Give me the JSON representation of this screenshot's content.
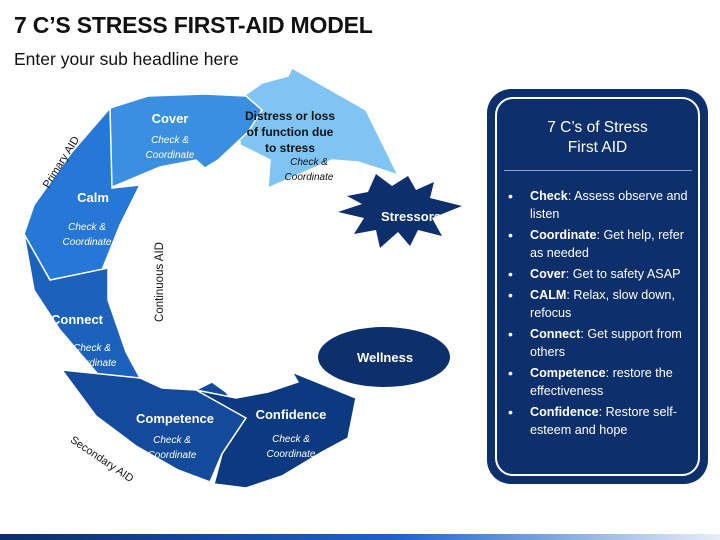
{
  "header": {
    "title": "7 C’S STRESS FIRST-AID MODEL",
    "subtitle": "Enter your sub headline here"
  },
  "cycle": {
    "sub_text_line1": "Check &",
    "sub_text_line2": "Coordinate",
    "segments": [
      {
        "name": "Cover",
        "color": "#3a8fe0"
      },
      {
        "name": "Calm",
        "color": "#2677d6"
      },
      {
        "name": "Connect",
        "color": "#1c62bd"
      },
      {
        "name": "Competence",
        "color": "#134a9c"
      },
      {
        "name": "Confidence",
        "color": "#0b3a80"
      }
    ],
    "distress": {
      "line1": "Distress or loss",
      "line2": "of function due",
      "line3": "to stress",
      "color": "#7fc4f2"
    },
    "stressors": "Stressors",
    "wellness": "Wellness",
    "primary_label": "Primary AID",
    "secondary_label": "Secondary AID",
    "continuous_label": "Continuous AID"
  },
  "panel": {
    "title_line1": "7 C’s of Stress",
    "title_line2": "First AID",
    "items": [
      {
        "term": "Check",
        "desc": ": Assess observe and listen"
      },
      {
        "term": "Coordinate",
        "desc": ": Get help, refer as needed"
      },
      {
        "term": "Cover",
        "desc": ": Get to safety ASAP"
      },
      {
        "term": "CALM",
        "desc": ": Relax, slow down, refocus"
      },
      {
        "term": "Connect",
        "desc": ": Get support from others"
      },
      {
        "term": "Competence",
        "desc": ": restore the effectiveness"
      },
      {
        "term": "Confidence",
        "desc": ": Restore self-esteem and hope"
      }
    ]
  },
  "colors": {
    "navy": "#0d2f6b",
    "stressors_fill": "#0d2f6b",
    "wellness_fill": "#0d2f6b"
  }
}
